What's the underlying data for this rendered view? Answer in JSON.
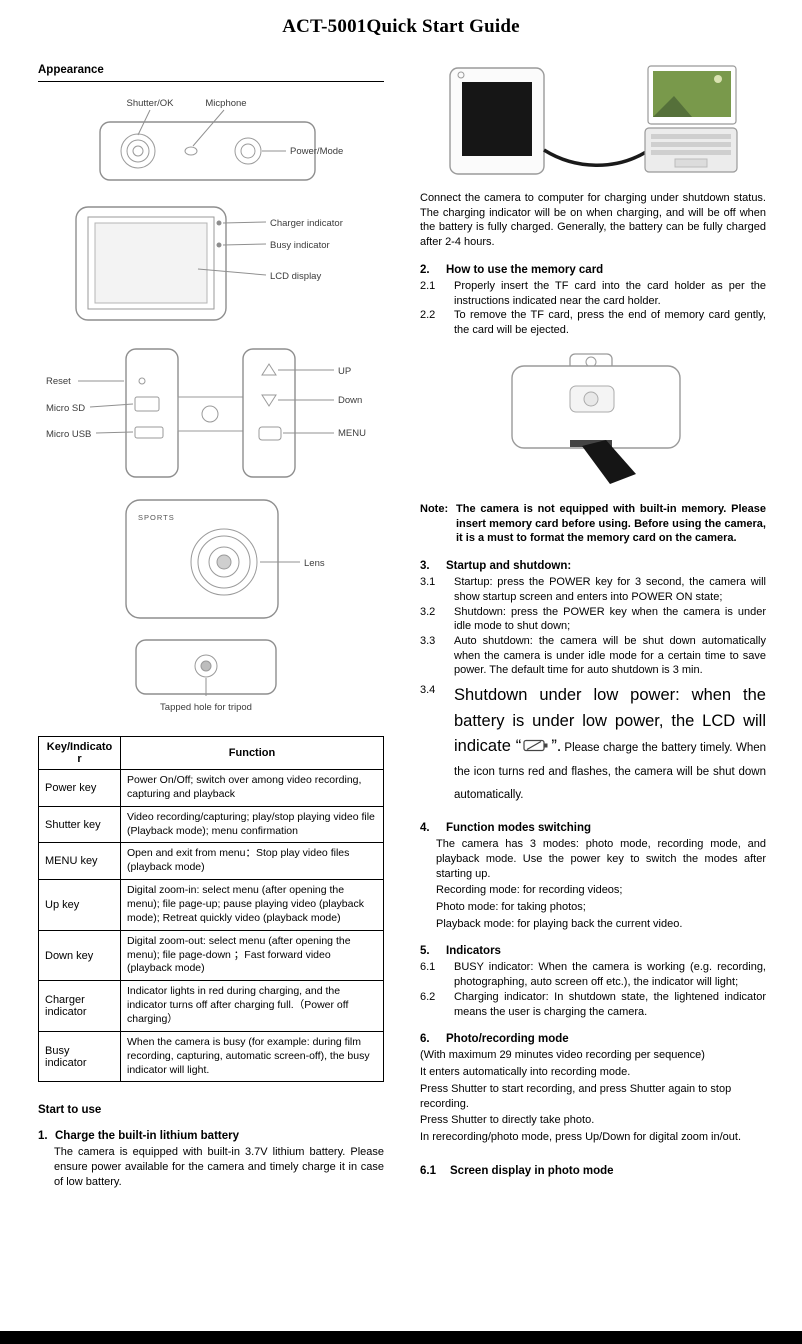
{
  "page": {
    "title": "ACT-5001Quick Start Guide"
  },
  "icons": {
    "low_battery": "low-battery-icon"
  },
  "left": {
    "appearance_heading": "Appearance",
    "top_view": {
      "shutter": "Shutter/OK",
      "mic": "Micphone",
      "power": "Power/Mode"
    },
    "back_view": {
      "charger": "Charger indicator",
      "busy": "Busy indicator",
      "lcd": "LCD display"
    },
    "side_view": {
      "reset": "Reset",
      "sd": "Micro SD",
      "usb": "Micro USB",
      "up": "UP",
      "down": "Down",
      "menu": "MENU"
    },
    "front_view": {
      "brand": "SPORTS",
      "lens": "Lens"
    },
    "bottom_view": {
      "tripod": "Tapped hole for tripod"
    },
    "table": {
      "header_key": "Key/Indicator",
      "header_function": "Function",
      "rows": [
        {
          "key": "Power key",
          "function": "Power On/Off; switch over among video recording, capturing and playback"
        },
        {
          "key": "Shutter key",
          "function": "Video recording/capturing; play/stop playing video file (Playback mode); menu confirmation"
        },
        {
          "key": "MENU key",
          "function": "Open and exit from menu：Stop play video files (playback mode)"
        },
        {
          "key": "Up key",
          "function": "Digital zoom-in: select menu (after opening the menu); file page-up; pause playing video (playback mode); Retreat quickly video (playback mode)"
        },
        {
          "key": "Down key",
          "function": "Digital zoom-out: select menu (after opening the menu); file page-down ；Fast forward video (playback mode)"
        },
        {
          "key": "Charger indicator",
          "function": "Indicator lights in red during charging, and the indicator turns off after charging full.（Power off charging）"
        },
        {
          "key": "Busy indicator",
          "function": "When the camera is busy (for example: during film recording, capturing, automatic screen-off), the busy indicator will light."
        }
      ]
    },
    "start_to_use": "Start to use",
    "section1": {
      "num": "1.",
      "title": "Charge the built-in lithium battery",
      "body": "The camera is equipped with built-in 3.7V lithium battery. Please ensure power available for the camera and timely charge it in case of low battery."
    }
  },
  "right": {
    "charging_note": "Connect the camera to computer for charging under shutdown status. The charging indicator will be on when charging, and will be off when the battery is fully charged. Generally, the battery can be fully charged after 2-4 hours.",
    "section2": {
      "num": "2.",
      "title": "How to use the memory card",
      "items": [
        {
          "num": "2.1",
          "text": "Properly insert the TF card into the card holder as per the instructions indicated near the card holder."
        },
        {
          "num": "2.2",
          "text": "To remove the TF card, press the end of memory card gently, the card will be ejected."
        }
      ]
    },
    "note": {
      "label": "Note:",
      "text": "The camera is not equipped with built-in memory. Please insert memory card before using. Before using the camera, it is a must to format the memory card on the camera."
    },
    "section3": {
      "num": "3.",
      "title": "Startup and shutdown:",
      "items": [
        {
          "num": "3.1",
          "text": "Startup: press the POWER key for 3 second, the camera will show startup screen and enters into POWER ON state;"
        },
        {
          "num": "3.2",
          "text": "Shutdown: press the POWER key when the camera is under idle mode to shut down;"
        },
        {
          "num": "3.3",
          "text": "Auto shutdown: the camera will be shut down automatically when the camera is under idle mode for a certain time to save power. The default time for auto shutdown is 3 min."
        }
      ],
      "item_3_4": {
        "num": "3.4",
        "big_text": "Shutdown under low power: when the battery is under low power, the LCD will indicate “",
        "big_text_close": "”.",
        "small_text": "Please charge the battery timely. When the icon turns red and flashes, the camera will be shut down automatically."
      }
    },
    "section4": {
      "num": "4.",
      "title": "Function modes switching",
      "intro": "The camera has 3 modes: photo mode, recording mode, and playback mode. Use the power key to switch the modes after starting up.",
      "lines": [
        "Recording mode: for recording videos;",
        "Photo mode: for taking photos;",
        "Playback mode: for playing back the current video."
      ]
    },
    "section5": {
      "num": "5.",
      "title": "Indicators",
      "items": [
        {
          "num": "6.1",
          "text": "BUSY indicator: When the camera is working (e.g. recording, photographing, auto screen off etc.), the indicator will light;"
        },
        {
          "num": "6.2",
          "text": "Charging indicator: In shutdown state, the lightened indicator means the user is charging the camera."
        }
      ]
    },
    "section6": {
      "num": "6.",
      "title": "Photo/recording mode",
      "lines": [
        "(With maximum 29 minutes video recording per sequence)",
        "It enters automatically into recording mode.",
        "Press Shutter to start recording, and press Shutter again to stop recording.",
        "Press Shutter to directly take photo.",
        "In rerecording/photo mode, press Up/Down for digital zoom in/out."
      ]
    },
    "section61": {
      "num": "6.1",
      "title": "Screen display in photo mode"
    }
  }
}
